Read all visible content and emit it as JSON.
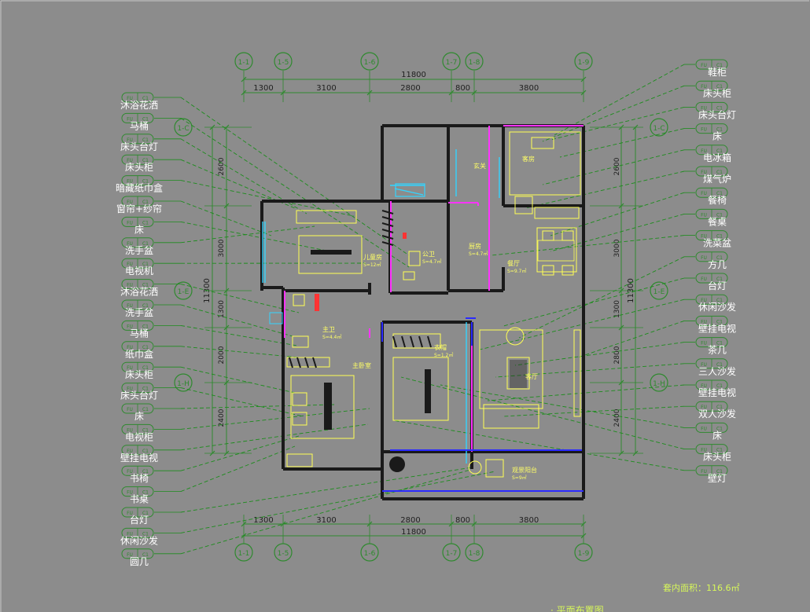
{
  "plan": {
    "area_label": "套内面积：116.6㎡",
    "bottom_title": "· 平面布置图"
  },
  "axes": {
    "top_bubbles": [
      "1-1",
      "1-5",
      "1-6",
      "1-7",
      "1-8",
      "1-9"
    ],
    "bottom_bubbles": [
      "1-1",
      "1-5",
      "1-6",
      "1-7",
      "1-8",
      "1-9"
    ],
    "left_bubbles": [
      "1-C",
      "1-E",
      "1-H"
    ],
    "right_bubbles": [
      "1-C",
      "1-E",
      "1-H"
    ],
    "top_dims": [
      "1300",
      "3100",
      "2800",
      "800",
      "3800"
    ],
    "top_total": "11800",
    "bottom_dims": [
      "1300",
      "3100",
      "2800",
      "800",
      "3800"
    ],
    "bottom_total": "11800",
    "left_dims": [
      "2600",
      "3000",
      "1300",
      "2000",
      "2400"
    ],
    "left_total": "11300",
    "right_dims": [
      "2600",
      "3000",
      "1300",
      "2800",
      "2400"
    ],
    "right_total": "11300"
  },
  "rooms": [
    {
      "name": "玄关"
    },
    {
      "name": "客房"
    },
    {
      "name": "儿童房",
      "area": "S=12㎡"
    },
    {
      "name": "公卫",
      "area": "S=4.7㎡"
    },
    {
      "name": "厨房",
      "area": "S=4.7㎡"
    },
    {
      "name": "餐厅",
      "area": "S=9.7㎡"
    },
    {
      "name": "主卫",
      "area": "S=4.4㎡"
    },
    {
      "name": "主卧室"
    },
    {
      "name": "衣帽",
      "area": "S=1.2㎡"
    },
    {
      "name": "客厅"
    },
    {
      "name": "观景阳台",
      "area": "S=9㎡"
    }
  ],
  "left_labels": [
    "沐浴花洒",
    "马桶",
    "床头台灯",
    "床头柜",
    "暗藏纸巾盒",
    "窗帘+纱帘",
    "床",
    "洗手盆",
    "电视机",
    "沐浴花洒",
    "洗手盆",
    "马桶",
    "纸巾盒",
    "床头柜",
    "床头台灯",
    "床",
    "电视柜",
    "壁挂电视",
    "书椅",
    "书桌",
    "台灯",
    "休闲沙发",
    "圆几"
  ],
  "right_labels": [
    "鞋柜",
    "床头柜",
    "床头台灯",
    "床",
    "电冰箱",
    "煤气炉",
    "餐椅",
    "餐桌",
    "洗菜盆",
    "方几",
    "台灯",
    "休闲沙发",
    "壁挂电视",
    "茶几",
    "三人沙发",
    "壁挂电视",
    "双人沙发",
    "床",
    "床头柜",
    "壁灯"
  ],
  "tag_text": {
    "a": "FU",
    "b": "C1"
  },
  "colors": {
    "background": "#8c8c8c",
    "dimension": "#2f8a2f",
    "wall": "#1a1a1a",
    "furniture": "#ffff55",
    "window": "#33d4ff",
    "partition": "#ff33ff",
    "accent_blue": "#2b2bff",
    "leader": "#1c8c1c",
    "annotation": "#d7f75a"
  }
}
